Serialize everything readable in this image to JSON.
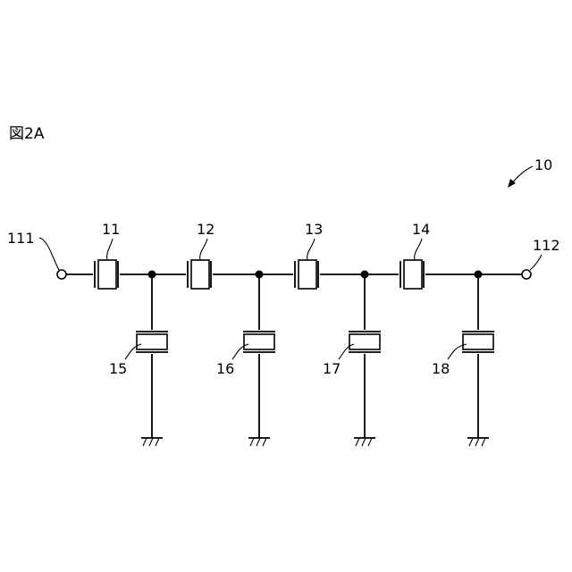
{
  "figure_label": "図2A",
  "filter_ref": "10",
  "input_terminal": "111",
  "output_terminal": "112",
  "series_resonators": [
    "11",
    "12",
    "13",
    "14"
  ],
  "parallel_resonators": [
    "15",
    "16",
    "17",
    "18"
  ]
}
